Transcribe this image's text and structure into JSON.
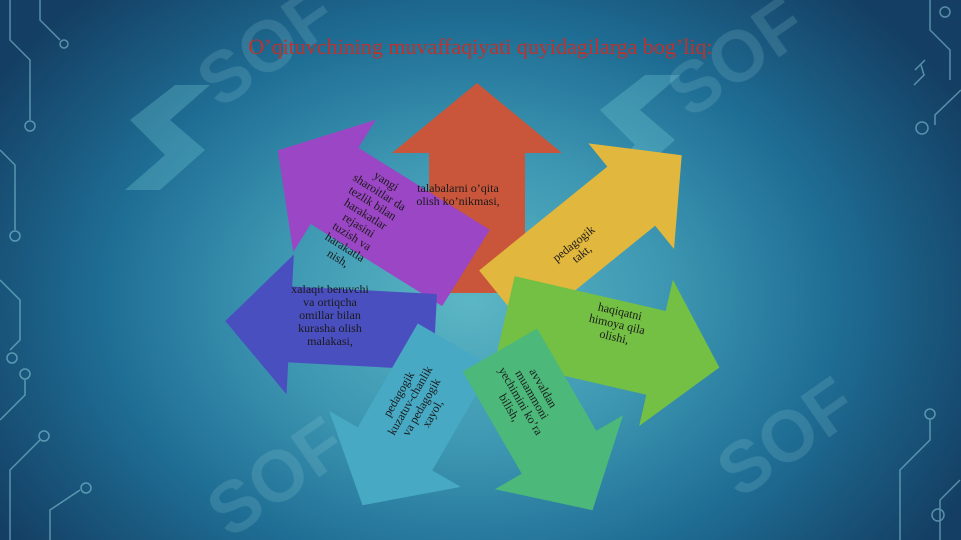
{
  "slide": {
    "title": "O’qituvchining muvaffaqiyati quyidagilarga bog’liq:",
    "colors": {
      "title": "#c0312b",
      "red": "#c9553a",
      "yellow": "#e2b73d",
      "green": "#74c044",
      "teal_green": "#4cb87a",
      "cyan": "#47a9c4",
      "blue": "#4a4fbf",
      "purple": "#9b46c4"
    },
    "arrows": [
      {
        "id": "red",
        "label": "talabalarni o’qita olish ko’nikmasi,"
      },
      {
        "id": "yellow",
        "label": "pedagogik takt,"
      },
      {
        "id": "green",
        "label": "haqiqatni himoya qila olishi,"
      },
      {
        "id": "teal_green",
        "label": "avvaldan muammoni yechimini ko’ra bilish,"
      },
      {
        "id": "cyan",
        "label": "pedagogik kuzatuv-chanlik va pedagogik xayol,"
      },
      {
        "id": "blue",
        "label": "xalaqit beruvchi va ortiqcha omillar bilan kurasha olish malakasi,"
      },
      {
        "id": "purple",
        "label": "yangi sharoitlar da tezlik bilan harakatlar rejasini tuzish va harakatla nish,"
      }
    ]
  }
}
